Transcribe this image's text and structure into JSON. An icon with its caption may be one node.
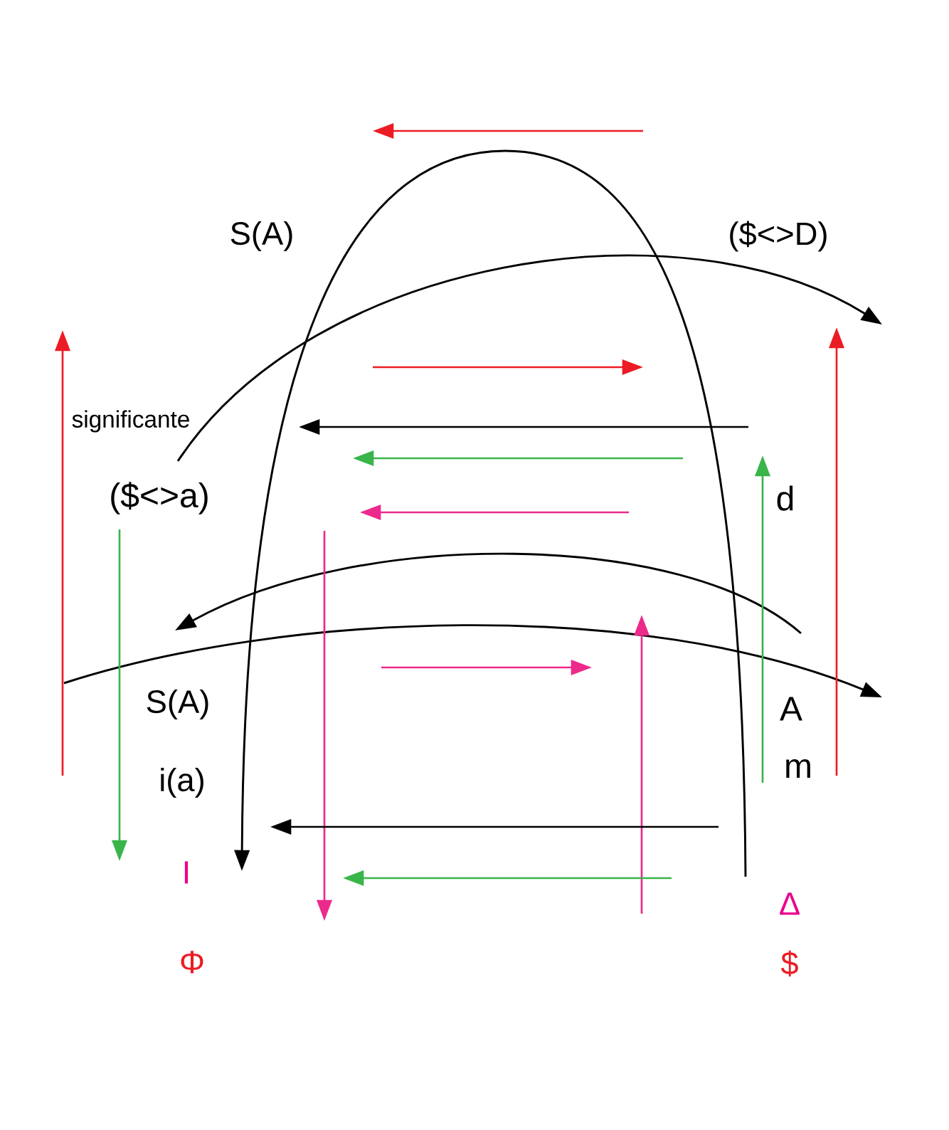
{
  "diagram": {
    "labels": [
      "S(A)",
      "($<>D)",
      "significante",
      "($<>a)",
      "d",
      "S(A)",
      "i(a)",
      "A",
      "m",
      "I",
      "Φ",
      "Δ",
      "$"
    ]
  }
}
